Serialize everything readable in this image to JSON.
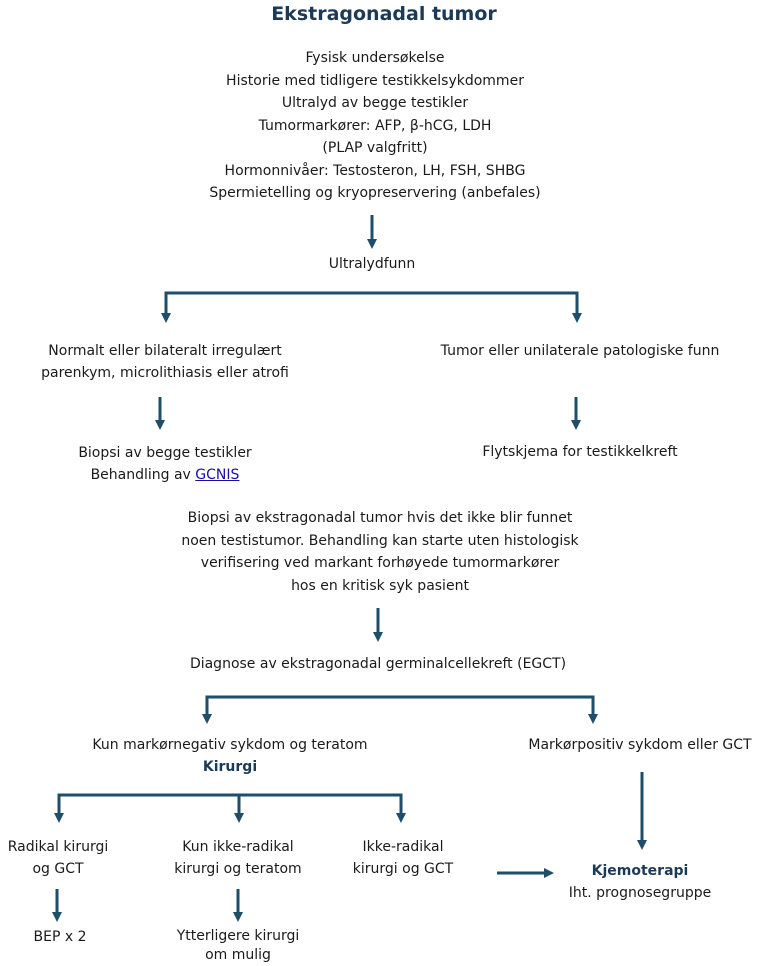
{
  "title": "Ekstragonadal tumor",
  "initial_workup": [
    "Fysisk undersøkelse",
    "Historie med tidligere testikkelsykdommer",
    "Ultralyd av begge testikler",
    "Tumormarkører: AFP, β-hCG, LDH",
    "(PLAP valgfritt)",
    "Hormonnivåer: Testosteron, LH, FSH, SHBG",
    "Spermietelling og kryopreservering (anbefales)"
  ],
  "ultrasound": "Ultralydfunn",
  "left_branch": {
    "finding": [
      "Normalt eller bilateralt irregulært",
      "parenkym, microlithiasis eller atrofi"
    ],
    "action_line1": "Biopsi av begge testikler",
    "action_line2_prefix": "Behandling av ",
    "action_link": "GCNIS"
  },
  "right_branch": {
    "finding": "Tumor eller unilaterale patologiske funn",
    "action": "Flytskjema for testikkelkreft"
  },
  "biopsy_note": [
    "Biopsi av ekstragonadal tumor hvis det ikke blir funnet",
    "noen testistumor. Behandling kan starte uten histologisk",
    "verifisering ved markant forhøyede tumormarkører",
    "hos en kritisk syk pasient"
  ],
  "diagnosis": "Diagnose av ekstragonadal germinalcellekreft (EGCT)",
  "marker_negative": "Kun markørnegativ sykdom og teratom",
  "surgery_label": "Kirurgi",
  "marker_positive": "Markørpositiv sykdom eller GCT",
  "surgery_outcomes": {
    "radical": [
      "Radikal kirurgi",
      "og GCT"
    ],
    "nonradical_teratoma": [
      "Kun ikke-radikal",
      "kirurgi og teratom"
    ],
    "nonradical_gct": [
      "Ikke-radikal",
      "kirurgi og GCT"
    ]
  },
  "chemo": {
    "label": "Kjemoterapi",
    "sub": "Iht. prognosegruppe"
  },
  "bep": "BEP x 2",
  "further_surgery": [
    "Ytterligere kirurgi",
    "om mulig"
  ]
}
